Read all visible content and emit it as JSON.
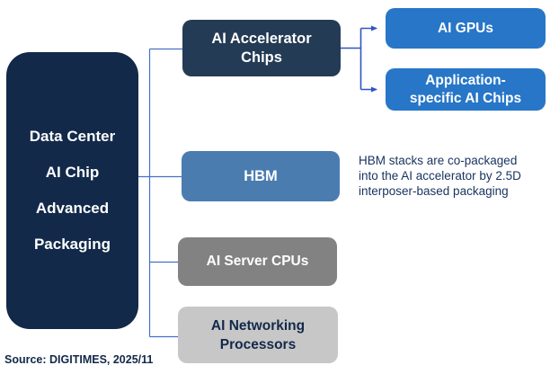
{
  "diagram": {
    "root": {
      "lines": [
        "Data Center",
        "AI Chip",
        "Advanced",
        "Packaging"
      ]
    },
    "nodes": {
      "accelerator": {
        "lines": [
          "AI Accelerator",
          "Chips"
        ]
      },
      "gpus": {
        "lines": [
          "AI GPUs"
        ]
      },
      "asic": {
        "lines": [
          "Application-",
          "specific AI Chips"
        ]
      },
      "hbm": {
        "lines": [
          "HBM"
        ]
      },
      "server_cpus": {
        "lines": [
          "AI Server CPUs"
        ]
      },
      "networking": {
        "lines": [
          "AI Networking",
          "Processors"
        ]
      }
    },
    "annotation": {
      "lines": [
        "HBM stacks are co-packaged",
        "into the AI accelerator by 2.5D",
        "interposer-based packaging"
      ]
    },
    "source": "Source: DIGITIMES, 2025/11",
    "colors": {
      "main_navy": "#12294A",
      "slate_navy": "#243B55",
      "bright_blue": "#2776C7",
      "steel_blue": "#4A7CB0",
      "mid_gray": "#828282",
      "light_gray": "#C7C7C7",
      "annotation_navy": "#17335F",
      "connector_blue": "#4472C4",
      "arrow_blue": "#2E55C4"
    }
  }
}
